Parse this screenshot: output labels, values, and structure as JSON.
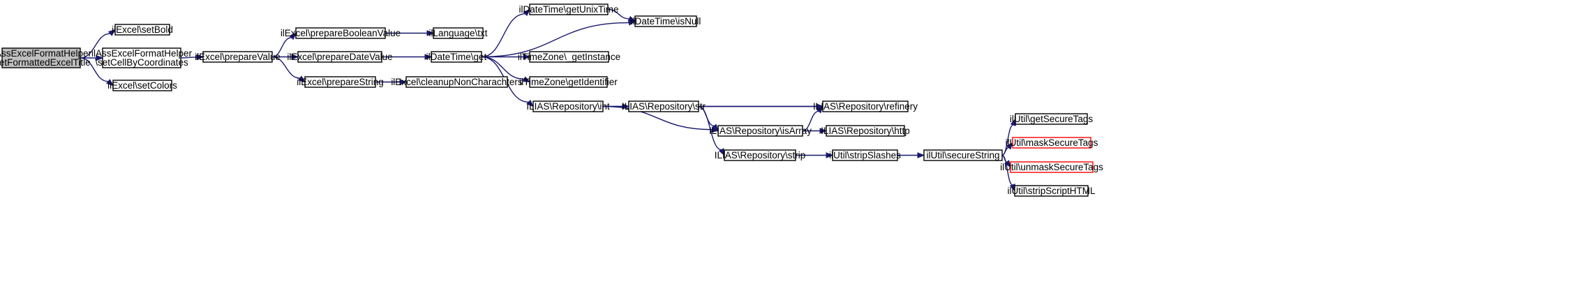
{
  "colors": {
    "edge": "#191970",
    "root_fill": "#bfbfbf",
    "node_fill": "#ffffff",
    "node_border": "#000000",
    "truncated_border": "#ff0000"
  },
  "nodes": {
    "root": {
      "lines": [
        "ilAssExcelFormatHelper",
        "\\setFormattedExcelTitle"
      ],
      "style": "root"
    },
    "setBold": {
      "lines": [
        "ilExcel\\setBold"
      ]
    },
    "setCellByCoordinates": {
      "lines": [
        "ilAssExcelFormatHelper",
        "\\setCellByCoordinates"
      ]
    },
    "setColors": {
      "lines": [
        "ilExcel\\setColors"
      ]
    },
    "prepareValue": {
      "lines": [
        "ilExcel\\prepareValue"
      ]
    },
    "prepareBooleanValue": {
      "lines": [
        "ilExcel\\prepareBooleanValue"
      ]
    },
    "prepareDateValue": {
      "lines": [
        "ilExcel\\prepareDateValue"
      ]
    },
    "prepareString": {
      "lines": [
        "ilExcel\\prepareString"
      ]
    },
    "txt": {
      "lines": [
        "ilLanguage\\txt"
      ]
    },
    "dtGet": {
      "lines": [
        "ilDateTime\\get"
      ]
    },
    "cleanup": {
      "lines": [
        "ilExcel\\cleanupNonCharachters"
      ]
    },
    "getUnixTime": {
      "lines": [
        "ilDateTime\\getUnixTime"
      ]
    },
    "isNull": {
      "lines": [
        "ilDateTime\\isNull"
      ]
    },
    "getInstance": {
      "lines": [
        "ilTimeZone\\_getInstance"
      ]
    },
    "getIdentifier": {
      "lines": [
        "ilTimeZone\\getIdentifier"
      ]
    },
    "repoInt": {
      "lines": [
        "ILIAS\\Repository\\int"
      ]
    },
    "repoStr": {
      "lines": [
        "ILIAS\\Repository\\str"
      ]
    },
    "refinery": {
      "lines": [
        "ILIAS\\Repository\\refinery"
      ]
    },
    "isArray": {
      "lines": [
        "ILIAS\\Repository\\isArray"
      ]
    },
    "http": {
      "lines": [
        "ILIAS\\Repository\\http"
      ]
    },
    "repoStrip": {
      "lines": [
        "ILIAS\\Repository\\strip"
      ]
    },
    "stripSlashes": {
      "lines": [
        "ilUtil\\stripSlashes"
      ]
    },
    "secureString": {
      "lines": [
        "ilUtil\\secureString"
      ]
    },
    "getSecureTags": {
      "lines": [
        "ilUtil\\getSecureTags"
      ]
    },
    "maskSecureTags": {
      "lines": [
        "ilUtil\\maskSecureTags"
      ],
      "style": "red"
    },
    "unmaskSecureTags": {
      "lines": [
        "ilUtil\\unmaskSecureTags"
      ],
      "style": "red"
    },
    "stripScriptHTML": {
      "lines": [
        "ilUtil\\stripScriptHTML"
      ]
    }
  },
  "edges": [
    [
      "root",
      "setBold"
    ],
    [
      "root",
      "setCellByCoordinates"
    ],
    [
      "root",
      "setColors"
    ],
    [
      "setCellByCoordinates",
      "prepareValue"
    ],
    [
      "prepareValue",
      "prepareBooleanValue"
    ],
    [
      "prepareValue",
      "prepareDateValue"
    ],
    [
      "prepareValue",
      "prepareString"
    ],
    [
      "prepareBooleanValue",
      "txt"
    ],
    [
      "prepareDateValue",
      "dtGet"
    ],
    [
      "prepareString",
      "cleanup"
    ],
    [
      "dtGet",
      "getUnixTime"
    ],
    [
      "dtGet",
      "isNull"
    ],
    [
      "dtGet",
      "getInstance"
    ],
    [
      "dtGet",
      "getIdentifier"
    ],
    [
      "dtGet",
      "repoInt"
    ],
    [
      "getUnixTime",
      "isNull"
    ],
    [
      "repoInt",
      "repoStr"
    ],
    [
      "repoInt",
      "refinery"
    ],
    [
      "repoInt",
      "isArray"
    ],
    [
      "repoStr",
      "refinery"
    ],
    [
      "repoStr",
      "isArray"
    ],
    [
      "repoStr",
      "repoStrip"
    ],
    [
      "isArray",
      "refinery"
    ],
    [
      "isArray",
      "http"
    ],
    [
      "repoStrip",
      "stripSlashes"
    ],
    [
      "stripSlashes",
      "secureString"
    ],
    [
      "secureString",
      "getSecureTags"
    ],
    [
      "secureString",
      "maskSecureTags"
    ],
    [
      "secureString",
      "unmaskSecureTags"
    ],
    [
      "secureString",
      "stripScriptHTML"
    ]
  ]
}
